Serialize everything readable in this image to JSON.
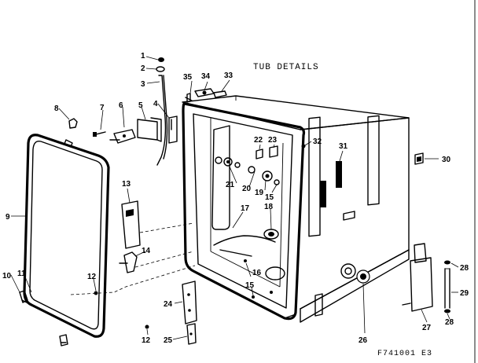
{
  "diagram": {
    "title": "TUB DETAILS",
    "code": "F741001  E3"
  },
  "labels": {
    "p1": "1",
    "p2": "2",
    "p3": "3",
    "p4": "4",
    "p5": "5",
    "p6": "6",
    "p7": "7",
    "p8": "8",
    "p9": "9",
    "p10": "10",
    "p11": "11",
    "p12a": "12",
    "p12b": "12",
    "p13": "13",
    "p14": "14",
    "p15a": "15",
    "p15b": "15",
    "p16": "16",
    "p17": "17",
    "p18": "18",
    "p19": "19",
    "p20": "20",
    "p21": "21",
    "p22": "22",
    "p23": "23",
    "p24": "24",
    "p25": "25",
    "p26": "26",
    "p27": "27",
    "p28a": "28",
    "p28b": "28",
    "p29": "29",
    "p30": "30",
    "p31": "31",
    "p32": "32",
    "p33": "33",
    "p34": "34",
    "p35": "35"
  }
}
